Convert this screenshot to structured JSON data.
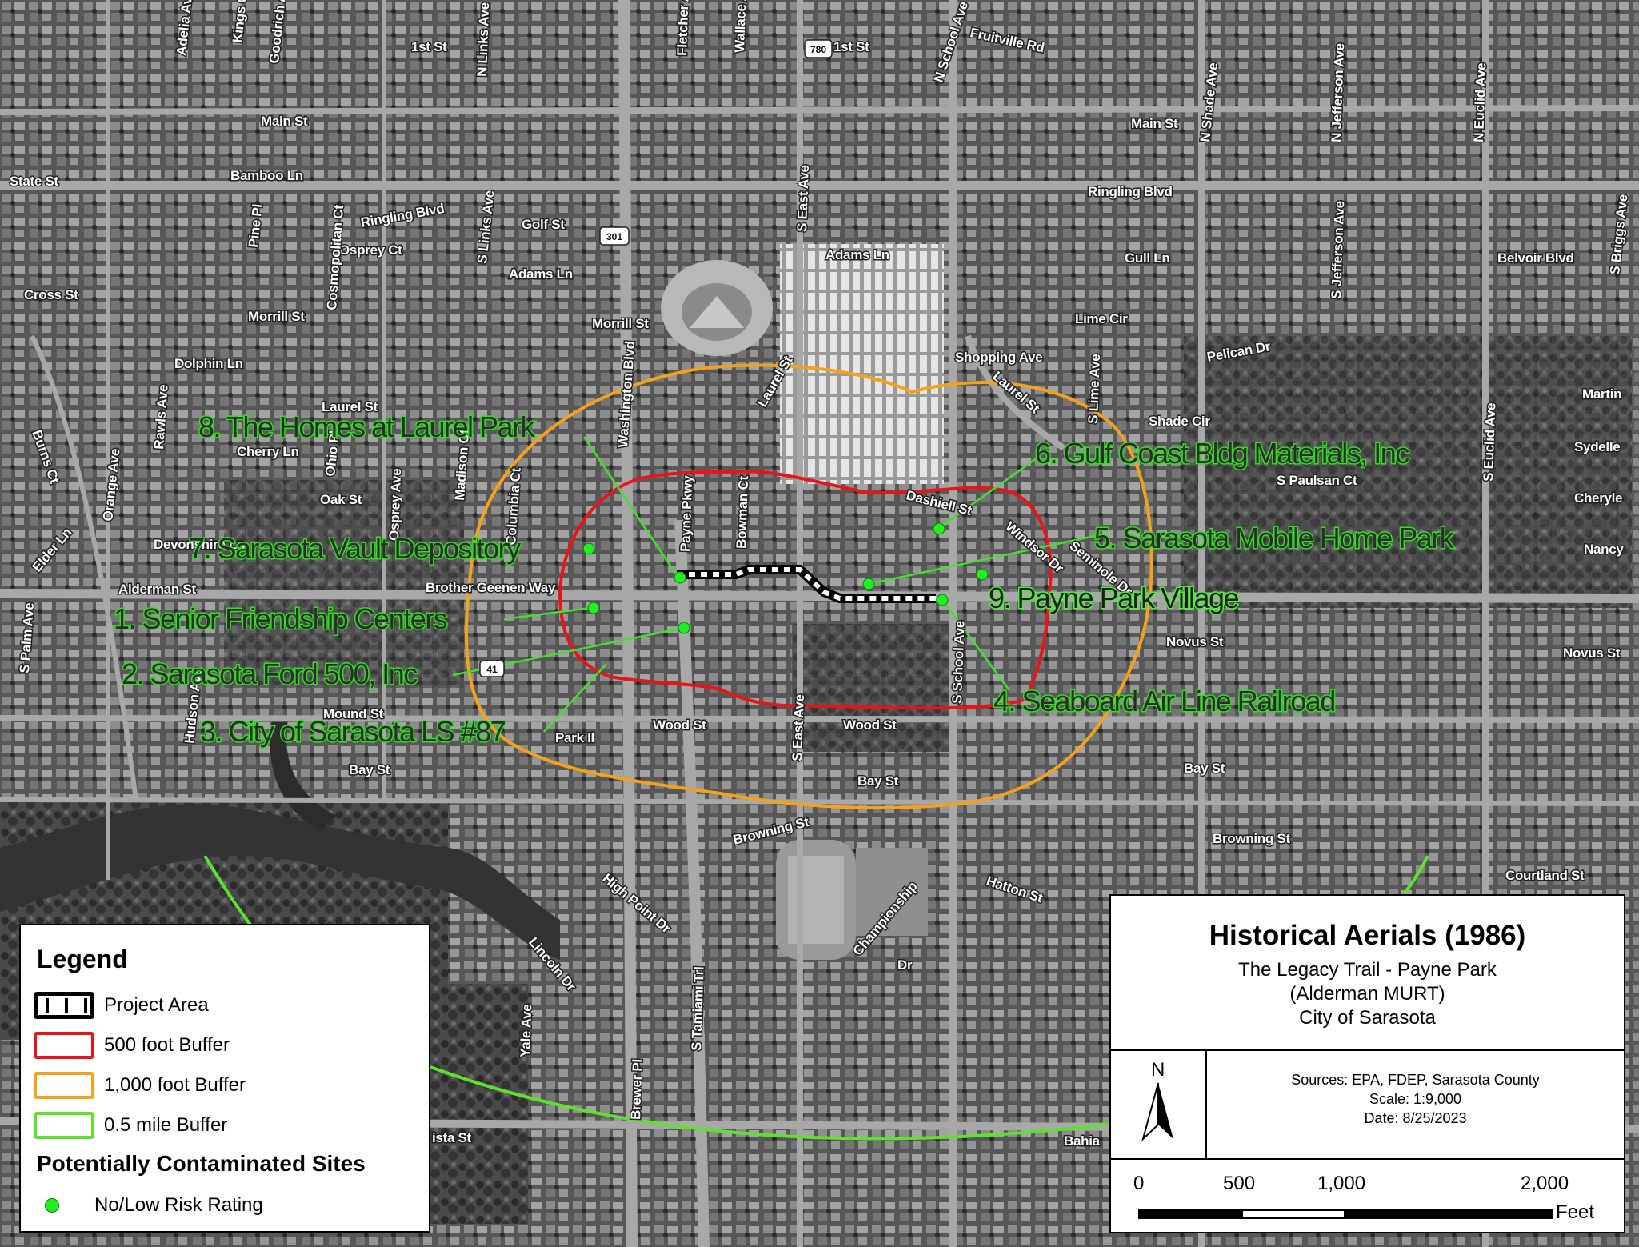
{
  "map": {
    "street_labels": [
      "1st St",
      "Kings Ct",
      "Adelia Ave",
      "Goodrich Ave",
      "N Links Ave",
      "Fletcher Ave",
      "Wallace Ave",
      "1st St",
      "Fruitville Rd",
      "N School Ave",
      "Main St",
      "Main St",
      "N Shade Ave",
      "N Jefferson Ave",
      "N Euclid Ave",
      "State St",
      "Bamboo Ln",
      "Pine Pl",
      "Ringling Blvd",
      "Osprey Ct",
      "S Links Ave",
      "Golf St",
      "S East Ave",
      "Ringling Blvd",
      "Adams Ln",
      "Gull Ln",
      "Belvoir Blvd",
      "S Briggs Ave",
      "Adams Ln",
      "Cross St",
      "Cosmopolitan Ct",
      "Morrill St",
      "Morrill St",
      "Lime Cir",
      "S Jefferson Ave",
      "Dolphin Ln",
      "Shopping Ave",
      "Pelican Dr",
      "Laurel St",
      "Rawls Ave",
      "Orange Ave",
      "Laurel St",
      "Cherry Ln",
      "Ohio Pl",
      "Madison Ct",
      "Columbia Ct",
      "Oak St",
      "Osprey Ave",
      "Devonshire Ln",
      "Alderman St",
      "Brother Geenen Way",
      "Payne Pkwy",
      "Bowman Ct",
      "Shade Cir",
      "S Paulsan Ct",
      "Martin",
      "Sydelle",
      "Cheryle",
      "Nancy",
      "S Euclid Ave",
      "S Lime Ave",
      "Novus St",
      "Novus St",
      "Mound St",
      "Hudson Ave",
      "Wood St",
      "Wood St",
      "Park Il",
      "Bay St",
      "Bay St",
      "Bay St",
      "S East Ave",
      "S School Ave",
      "Browning St",
      "Browning St",
      "Courtland St",
      "High Point Dr",
      "Hatton St",
      "Lincoln Dr",
      "Championship",
      "Dr",
      "Yale Ave",
      "Brewer Pl",
      "S Tamiami Trl",
      "Bahia",
      "ista St",
      "Elder Ln",
      "S Palm Ave",
      "Burns Ct",
      "Washington Blvd",
      "Laurel St",
      "Seminole Dr",
      "Windsor Dr",
      "Dashiell St"
    ],
    "shields": [
      "780",
      "301",
      "41"
    ],
    "sites": [
      {
        "label": "1. Senior Friendship Centers"
      },
      {
        "label": "2. Sarasota Ford 500, Inc"
      },
      {
        "label": "3. City of Sarasota LS #87"
      },
      {
        "label": "4. Seaboard Air Line Railroad"
      },
      {
        "label": "5. Sarasota Mobile Home Park"
      },
      {
        "label": "6. Gulf Coast Bldg Materials, Inc"
      },
      {
        "label": "7. Sarasota Vault Depository"
      },
      {
        "label": "8. The Homes at Laurel Park"
      },
      {
        "label": "9. Payne Park Village"
      }
    ],
    "colors": {
      "buffer_500": "#e8141a",
      "buffer_1000": "#f4a21a",
      "buffer_half_mile": "#5de32e",
      "site_point": "#22ee22"
    }
  },
  "legend": {
    "title": "Legend",
    "items": [
      {
        "label": "Project Area"
      },
      {
        "label": "500 foot Buffer",
        "color": "#e8141a"
      },
      {
        "label": "1,000 foot Buffer",
        "color": "#f4a21a"
      },
      {
        "label": "0.5 mile Buffer",
        "color": "#5de32e"
      }
    ],
    "sites_title": "Potentially Contaminated Sites",
    "risk_label": "No/Low Risk Rating"
  },
  "title_block": {
    "title": "Historical Aerials (1986)",
    "subtitle_lines": [
      "The Legacy Trail - Payne Park",
      "(Alderman MURT)",
      "City of Sarasota"
    ],
    "north": "N",
    "sources": "Sources: EPA, FDEP, Sarasota County",
    "scale": "Scale: 1:9,000",
    "date": "Date: 8/25/2023",
    "scale_ticks": [
      "0",
      "500",
      "1,000",
      "2,000"
    ],
    "units": "Feet"
  }
}
